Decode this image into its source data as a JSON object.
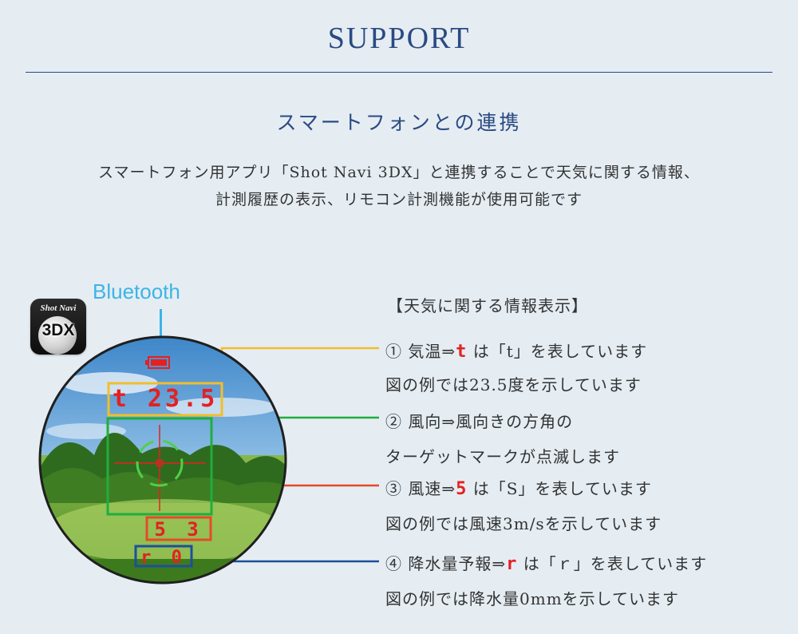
{
  "header": {
    "title": "SUPPORT",
    "subtitle": "スマートフォンとの連携"
  },
  "intro": {
    "line1": "スマートフォン用アプリ「Shot Navi 3DX」と連携することで天気に関する情報、",
    "line2": "計測履歴の表示、リモコン計測機能が使用可能です"
  },
  "app_icon": {
    "brand": "Shot Navi",
    "model": "3DX"
  },
  "bluetooth_label": "Bluetooth",
  "display": {
    "temp_readout": "t 23.5",
    "wind_readout": "5 3",
    "rain_readout": "r 0"
  },
  "legend": {
    "title": "【天気に関する情報表示】",
    "items": [
      {
        "line1_prefix": "① 気温⇒",
        "line1_glyph": "t",
        "line1_suffix": "は「t」を表しています",
        "line2": "図の例では23.5度を示しています",
        "color": "#f2bd2d"
      },
      {
        "line1": "② 風向⇒風向きの方角の",
        "line2": "ターゲットマークが点滅します",
        "color": "#1fae3e"
      },
      {
        "line1_prefix": "③ 風速⇒",
        "line1_glyph": "5",
        "line1_suffix": "は「S」を表しています",
        "line2": "図の例では風速3m/sを示しています",
        "color": "#e64a2a"
      },
      {
        "line1_prefix": "④ 降水量予報⇒",
        "line1_glyph": "r",
        "line1_suffix": "は「ｒ」を表しています",
        "line2": "図の例では降水量0mmを示しています",
        "color": "#1d4f9a"
      }
    ]
  },
  "colors": {
    "heading": "#2b4a82",
    "bluetooth": "#3cb4e6",
    "segment_red": "#e52020"
  }
}
